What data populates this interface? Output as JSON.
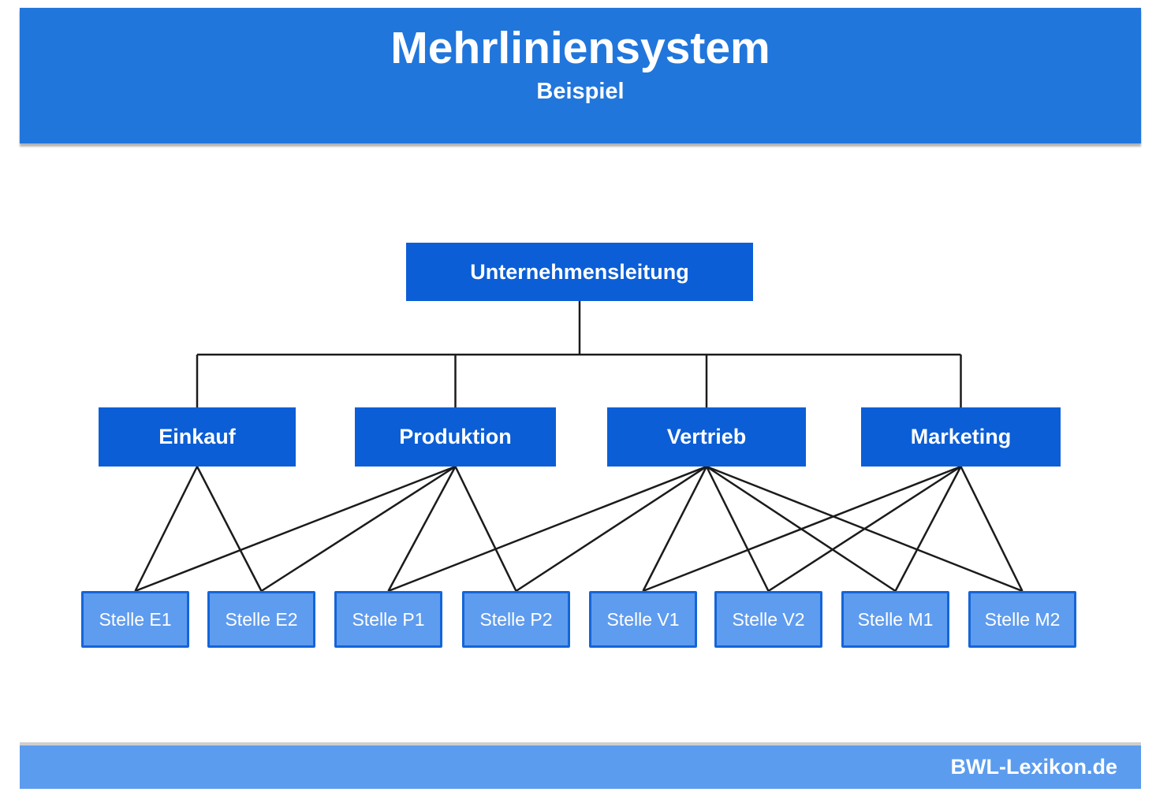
{
  "header": {
    "title": "Mehrliniensystem",
    "subtitle": "Beispiel"
  },
  "footer": {
    "brand": "BWL-Lexikon.de"
  },
  "colors": {
    "header_bg": "#2176dc",
    "node_bg": "#0b5ed6",
    "stelle_bg": "#5e9cef",
    "stelle_border": "#1465d9",
    "footer_bg": "#5c9cee",
    "line": "#1b1b1b"
  },
  "diagram": {
    "root": {
      "id": "unternehmensleitung",
      "label": "Unternehmensleitung"
    },
    "departments": [
      {
        "id": "einkauf",
        "label": "Einkauf"
      },
      {
        "id": "produktion",
        "label": "Produktion"
      },
      {
        "id": "vertrieb",
        "label": "Vertrieb"
      },
      {
        "id": "marketing",
        "label": "Marketing"
      }
    ],
    "positions": [
      {
        "id": "e1",
        "label": "Stelle E1"
      },
      {
        "id": "e2",
        "label": "Stelle E2"
      },
      {
        "id": "p1",
        "label": "Stelle P1"
      },
      {
        "id": "p2",
        "label": "Stelle P2"
      },
      {
        "id": "v1",
        "label": "Stelle V1"
      },
      {
        "id": "v2",
        "label": "Stelle V2"
      },
      {
        "id": "m1",
        "label": "Stelle M1"
      },
      {
        "id": "m2",
        "label": "Stelle M2"
      }
    ],
    "edges": [
      {
        "from": "einkauf",
        "to": "e1"
      },
      {
        "from": "einkauf",
        "to": "e2"
      },
      {
        "from": "produktion",
        "to": "e1"
      },
      {
        "from": "produktion",
        "to": "e2"
      },
      {
        "from": "produktion",
        "to": "p1"
      },
      {
        "from": "produktion",
        "to": "p2"
      },
      {
        "from": "vertrieb",
        "to": "p1"
      },
      {
        "from": "vertrieb",
        "to": "p2"
      },
      {
        "from": "vertrieb",
        "to": "v1"
      },
      {
        "from": "vertrieb",
        "to": "v2"
      },
      {
        "from": "vertrieb",
        "to": "m1"
      },
      {
        "from": "vertrieb",
        "to": "m2"
      },
      {
        "from": "marketing",
        "to": "v1"
      },
      {
        "from": "marketing",
        "to": "v2"
      },
      {
        "from": "marketing",
        "to": "m1"
      },
      {
        "from": "marketing",
        "to": "m2"
      }
    ]
  }
}
